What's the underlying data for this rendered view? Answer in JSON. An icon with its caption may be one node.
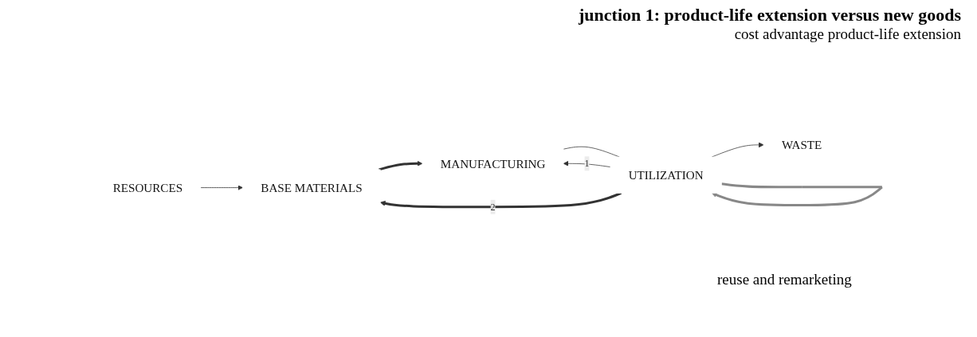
{
  "diagram": {
    "title": "junction 1: product-life extension versus new goods",
    "nodes": [
      {
        "text": [
          "RESOURCES"
        ]
      },
      {
        "text": [
          "BASE MATERIALS"
        ]
      },
      {
        "text": [
          "MANUFACTURING"
        ]
      },
      {
        "text": [
          "UTILIZATION"
        ]
      },
      {
        "text": [
          "WASTE"
        ]
      }
    ],
    "edges": [
      {
        "from": 0,
        "to": 1,
        "arrow": "to"
      },
      {
        "from": 1,
        "to": 2,
        "arrow": "to",
        "style": "thick"
      },
      {
        "from": 2,
        "to": 3,
        "arrow": "none"
      },
      {
        "from": 3,
        "to": 2,
        "arrow": "to",
        "label": "1"
      },
      {
        "from": 3,
        "to": 1,
        "arrow": "to",
        "label": "2",
        "style": "thick"
      },
      {
        "from": 3,
        "to": 3,
        "arrow": "to",
        "style": "thick",
        "color": "#888888"
      },
      {
        "from": 3,
        "to": 4,
        "arrow": "to"
      }
    ],
    "labels": [
      "cost advantage product-life extension",
      "reuse and remarketing"
    ]
  }
}
